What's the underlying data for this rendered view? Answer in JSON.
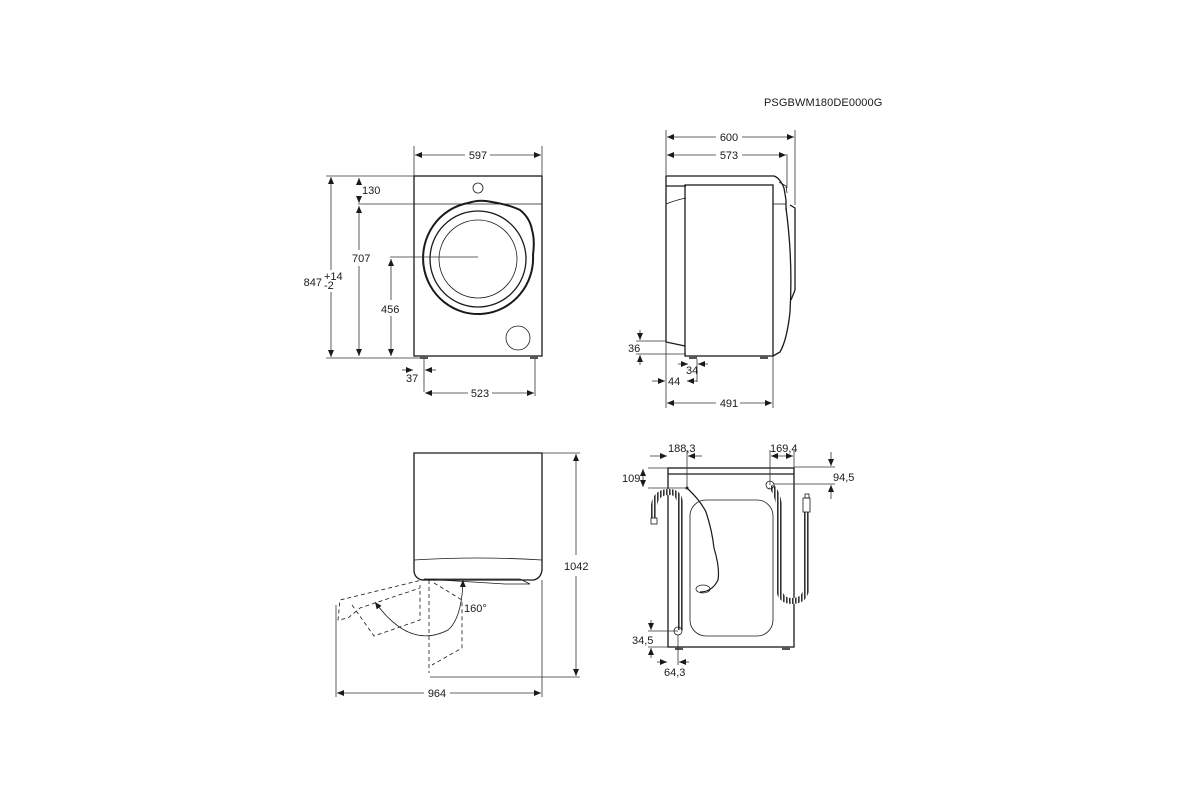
{
  "model_code": "PSGBWM180DE0000G",
  "views": {
    "front": {
      "width": "597",
      "top_panel": "130",
      "door_top_height": "707",
      "total_height_base": "847",
      "total_height_tol_plus": "+14",
      "total_height_tol_minus": "-2",
      "door_center_height": "456",
      "foot_offset": "37",
      "foot_span": "523"
    },
    "side": {
      "overall_depth": "600",
      "depth_to_door": "573",
      "rear_step_height": "36",
      "foot_width": "34",
      "rear_foot_offset": "44",
      "body_depth": "491"
    },
    "top": {
      "door_open_height": "1042",
      "door_open_depth": "964",
      "door_angle": "160°"
    },
    "rear": {
      "power_cord_offset": "188,3",
      "top_band": "109",
      "inlet_offset": "169,4",
      "inlet_height": "94,5",
      "drain_height": "34,5",
      "drain_offset": "64,3"
    }
  }
}
